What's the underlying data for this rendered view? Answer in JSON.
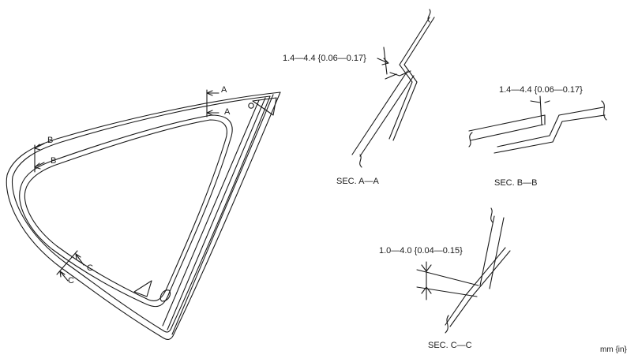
{
  "window": {
    "cut_markers": {
      "a_top": "A",
      "a_bottom": "A",
      "b_top": "B",
      "b_bottom": "B",
      "c_top": "C",
      "c_bottom": "C"
    }
  },
  "sections": {
    "a": {
      "title": "SEC. A—A",
      "dimension": "1.4—4.4 {0.06—0.17}"
    },
    "b": {
      "title": "SEC. B—B",
      "dimension": "1.4—4.4 {0.06—0.17}"
    },
    "c": {
      "title": "SEC. C—C",
      "dimension": "1.0—4.0 {0.04—0.15}"
    }
  },
  "units_note": "mm {in}",
  "colors": {
    "line": "#1a1a1a",
    "background": "#ffffff"
  }
}
